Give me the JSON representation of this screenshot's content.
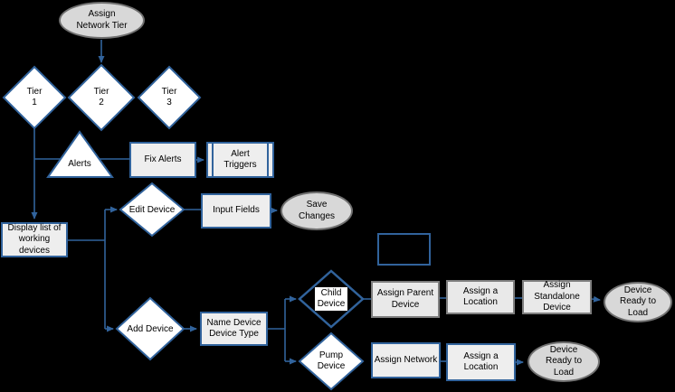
{
  "diagram_type": "flowchart",
  "colors": {
    "background": "#000000",
    "connector_blue": "#31639c",
    "shape_border_blue": "#31639c",
    "shape_border_gray": "#7f7f7f",
    "process_fill": "#eeeeee",
    "terminator_fill": "#d8d8d8",
    "terminator_border": "#707070",
    "text": "#000000",
    "diamond_label_bg": "#ffffff"
  },
  "nodes": {
    "assign_network_tier": "Assign\nNetwork Tier",
    "tier_1": "Tier\n1",
    "tier_2": "Tier\n2",
    "tier_3": "Tier\n3",
    "alerts": "Alerts",
    "fix_alerts": "Fix Alerts",
    "alert_triggers": "Alert\nTriggers",
    "display_list": "Display list of\nworking devices",
    "edit_device": "Edit Device",
    "input_fields": "Input Fields",
    "save_changes": "Save\nChanges",
    "add_device": "Add Device",
    "name_device": "Name Device\nDevice Type",
    "child_device": "Child\nDevice",
    "pump_device": "Pump\nDevice",
    "assign_parent_device": "Assign Parent\nDevice",
    "assign_location_top": "Assign a\nLocation",
    "assign_standalone_device": "Assign\nStandalone\nDevice",
    "device_ready_top": "Device\nReady to\nLoad",
    "assign_network": "Assign Network",
    "assign_location_bottom": "Assign a\nLocation",
    "device_ready_bottom": "Device\nReady to\nLoad",
    "empty_box": ""
  }
}
